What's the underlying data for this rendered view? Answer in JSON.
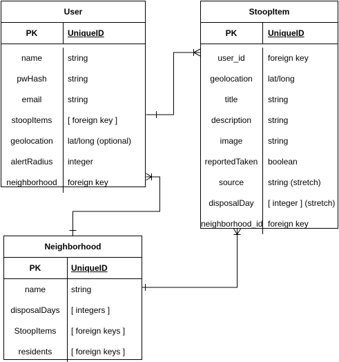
{
  "user": {
    "title": "User",
    "pk_label": "PK",
    "pk_field": "UniqueID",
    "rows": [
      {
        "name": "name",
        "type": "string"
      },
      {
        "name": "pwHash",
        "type": "string"
      },
      {
        "name": "email",
        "type": "string"
      },
      {
        "name": "stoopItems",
        "type": "[ foreign key ]"
      },
      {
        "name": "geolocation",
        "type": "lat/long (optional)"
      },
      {
        "name": "alertRadius",
        "type": "integer"
      },
      {
        "name": "neighborhood",
        "type": "foreign key"
      }
    ]
  },
  "stoop_item": {
    "title": "StoopItem",
    "pk_label": "PK",
    "pk_field": "UniqueID",
    "rows": [
      {
        "name": "user_id",
        "type": "foreign key"
      },
      {
        "name": "geolocation",
        "type": "lat/long"
      },
      {
        "name": "title",
        "type": "string"
      },
      {
        "name": "description",
        "type": "string"
      },
      {
        "name": "image",
        "type": "string"
      },
      {
        "name": "reportedTaken",
        "type": "boolean"
      },
      {
        "name": "source",
        "type": "string (stretch)"
      },
      {
        "name": "disposalDay",
        "type": "[ integer ] (stretch)"
      },
      {
        "name": "neighborhood_id",
        "type": "foreign key"
      }
    ]
  },
  "neighborhood": {
    "title": "Neighborhood",
    "pk_label": "PK",
    "pk_field": "UniqueID",
    "rows": [
      {
        "name": "name",
        "type": "string"
      },
      {
        "name": "disposalDays",
        "type": "[ integers ]"
      },
      {
        "name": "StoopItems",
        "type": "[ foreign keys ]"
      },
      {
        "name": "residents",
        "type": "[ foreign keys ]"
      }
    ]
  },
  "relationships": [
    {
      "from": "user.stoopItems",
      "to": "stoop_item.user_id",
      "from_end": "one",
      "to_end": "many"
    },
    {
      "from": "user.neighborhood",
      "to": "neighborhood",
      "from_end": "many",
      "to_end": "one"
    },
    {
      "from": "stoop_item.neighborhood_id",
      "to": "neighborhood.name",
      "from_end": "many",
      "to_end": "one"
    }
  ]
}
